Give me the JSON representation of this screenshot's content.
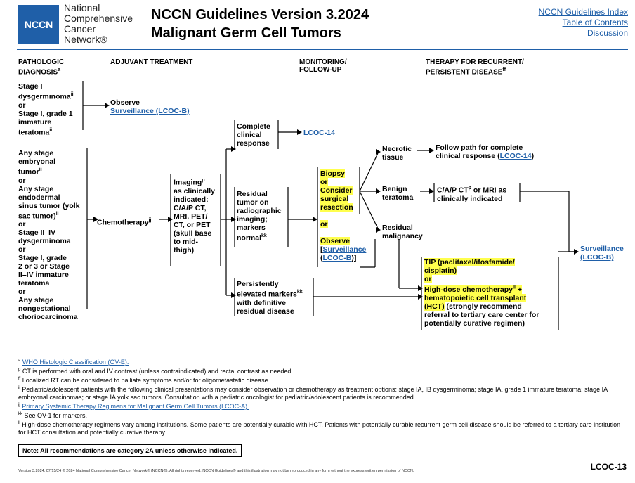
{
  "logo": {
    "badge": "NCCN",
    "line1": "National",
    "line2": "Comprehensive",
    "line3": "Cancer",
    "line4": "Network®"
  },
  "header": {
    "title1": "NCCN Guidelines Version 3.2024",
    "title2": "Malignant Germ Cell Tumors",
    "links": [
      "NCCN Guidelines Index",
      "Table of Contents",
      "Discussion"
    ]
  },
  "columns": {
    "pathologic": "PATHOLOGIC",
    "diagnosis": "DIAGNOSIS",
    "diagnosis_sup": "a",
    "adjuvant": "ADJUVANT TREATMENT",
    "monitoring1": "MONITORING/",
    "monitoring2": "FOLLOW-UP",
    "therapy1": "THERAPY FOR RECURRENT/",
    "therapy2": "PERSISTENT DISEASE",
    "therapy_sup": "ff"
  },
  "stage1": {
    "lines": [
      "Stage I",
      "dysgerminoma",
      "or",
      "Stage I, grade 1",
      "immature",
      "teratoma"
    ],
    "sup1": "ii",
    "sup2": "ii"
  },
  "observe": {
    "label": "Observe",
    "link": "Surveillance (LCOC-B)"
  },
  "anystage": {
    "lines": [
      "Any stage",
      "embryonal",
      "tumor",
      "or",
      "Any stage",
      "endodermal",
      "sinus tumor (yolk",
      "sac tumor)",
      "or",
      "Stage II–IV",
      "dysgerminoma",
      "or",
      "Stage I, grade",
      "2 or 3 or Stage",
      "II–IV immature",
      "teratoma",
      "or",
      "Any stage",
      "nongestational",
      "choriocarcinoma"
    ],
    "sup": "ii"
  },
  "chemo": {
    "label": "Chemotherapy",
    "sup": "jj"
  },
  "imaging": {
    "lines": [
      "Imaging",
      "as clinically",
      "indicated:",
      "C/A/P CT,",
      "MRI, PET/",
      "CT, or PET",
      "(skull base",
      "to mid-",
      "thigh)"
    ],
    "sup": "p"
  },
  "complete": {
    "lines": [
      "Complete",
      "clinical",
      "response"
    ],
    "link": "LCOC-14"
  },
  "residual": {
    "lines": [
      "Residual",
      "tumor on",
      "radiographic",
      "imaging;",
      "markers",
      "normal"
    ],
    "sup": "kk"
  },
  "persist": {
    "lines": [
      "Persistently",
      "elevated markers",
      "with definitive",
      "residual disease"
    ],
    "sup": "kk"
  },
  "biopsy": {
    "lines": [
      "Biopsy",
      "or",
      "Consider",
      "surgical",
      "resection"
    ],
    "or": "or",
    "observe": "Observe",
    "link": "Surveillance",
    "link2": "LCOC-B"
  },
  "necrotic": {
    "lines": [
      "Necrotic",
      "tissue"
    ]
  },
  "benign": {
    "lines": [
      "Benign",
      "teratoma"
    ]
  },
  "resmalig": {
    "lines": [
      "Residual",
      "malignancy"
    ]
  },
  "follow": {
    "line1": "Follow path for complete",
    "line2": "clinical response",
    "link": "LCOC-14"
  },
  "capct": {
    "line1": "C/A/P CT",
    "line2": " or MRI as",
    "line3": "clinically indicated",
    "sup": "p"
  },
  "tip": {
    "l1": "TIP (paclitaxel/ifosfamide/",
    "l2": "cisplatin)",
    "l3": "or",
    "l4": "High-dose chemotherapy",
    "l4sup": "ll",
    "l4b": " +",
    "l5": "hematopoietic cell transplant",
    "l6": "(HCT)",
    "l6b": " (strongly recommend",
    "l7": "referral to tertiary care center for",
    "l8": "potentially curative regimen)"
  },
  "surv_right": {
    "l1": "Surveillance",
    "l2": "(LCOC-B)"
  },
  "footnotes": [
    {
      "sup": "a",
      "text": "WHO Histologic Classification (OV-E).",
      "link": true
    },
    {
      "sup": "p",
      "text": "CT is performed with oral and IV contrast (unless contraindicated) and rectal contrast as needed.",
      "link": false
    },
    {
      "sup": "ff",
      "text": "Localized RT can be considered to palliate symptoms and/or for oligometastatic disease.",
      "link": false
    },
    {
      "sup": "ii",
      "text": "Pediatric/adolescent patients with the following clinical presentations may consider observation or chemotherapy as treatment options: stage IA, IB dysgerminoma; stage IA, grade 1 immature teratoma; stage IA embryonal carcinomas; or stage IA yolk sac tumors. Consultation with a pediatric oncologist for pediatric/adolescent patients is recommended.",
      "link": false
    },
    {
      "sup": "jj",
      "text": "Primary Systemic Therapy Regimens for Malignant Germ Cell Tumors (LCOC-A).",
      "link": true
    },
    {
      "sup": "kk",
      "text": "See OV-1 for markers.",
      "link": false
    },
    {
      "sup": "ll",
      "text": "High-dose chemotherapy regimens vary among institutions. Some patients are potentially curable with HCT. Patients with potentially curable recurrent germ cell disease should be referred to a tertiary care institution for HCT consultation and potentially curative therapy.",
      "link": false
    }
  ],
  "note": "Note: All recommendations are category 2A unless otherwise indicated.",
  "copyright": "Version 3.2024, 07/15/24 © 2024 National Comprehensive Cancer Network® (NCCN®), All rights reserved. NCCN Guidelines® and this illustration may not be reproduced in any form without the express written permission of NCCN.",
  "page_id": "LCOC-13"
}
